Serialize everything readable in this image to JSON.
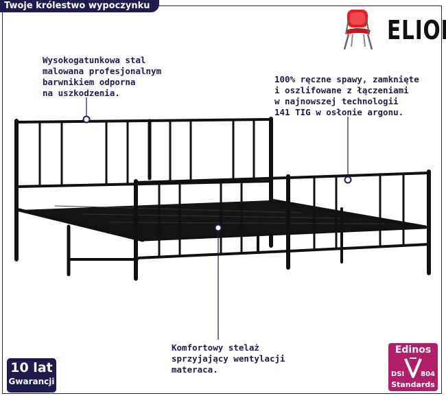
{
  "tagline": "Twoje królestwo wypoczynku",
  "brand": {
    "name": "ELIOR",
    "logo_icon": "red-chair-icon",
    "accent": "#e31e24"
  },
  "notes": {
    "top_left": "Wysokogatunkowa stal\nmalowana profesjonalnym\nbarwnikiem odporna\nna uszkodzenia.",
    "top_right": "100% ręczne spawy, zamknięte\ni oszlifowane z łączeniami\nw najnowszej technologii\n141 TIG w osłonie argonu.",
    "bottom": "Komfortowy stelaż\nsprzyjający wentylacji\nmateraca."
  },
  "warranty": {
    "big": "10 lat",
    "small": "Gwarancji"
  },
  "certificate": {
    "title": "Edinos",
    "left": "DSI",
    "right": "804",
    "footer": "Standards",
    "color": "#b11f6a"
  },
  "colors": {
    "navy": "#1f1b4d",
    "bed": "#111111"
  }
}
